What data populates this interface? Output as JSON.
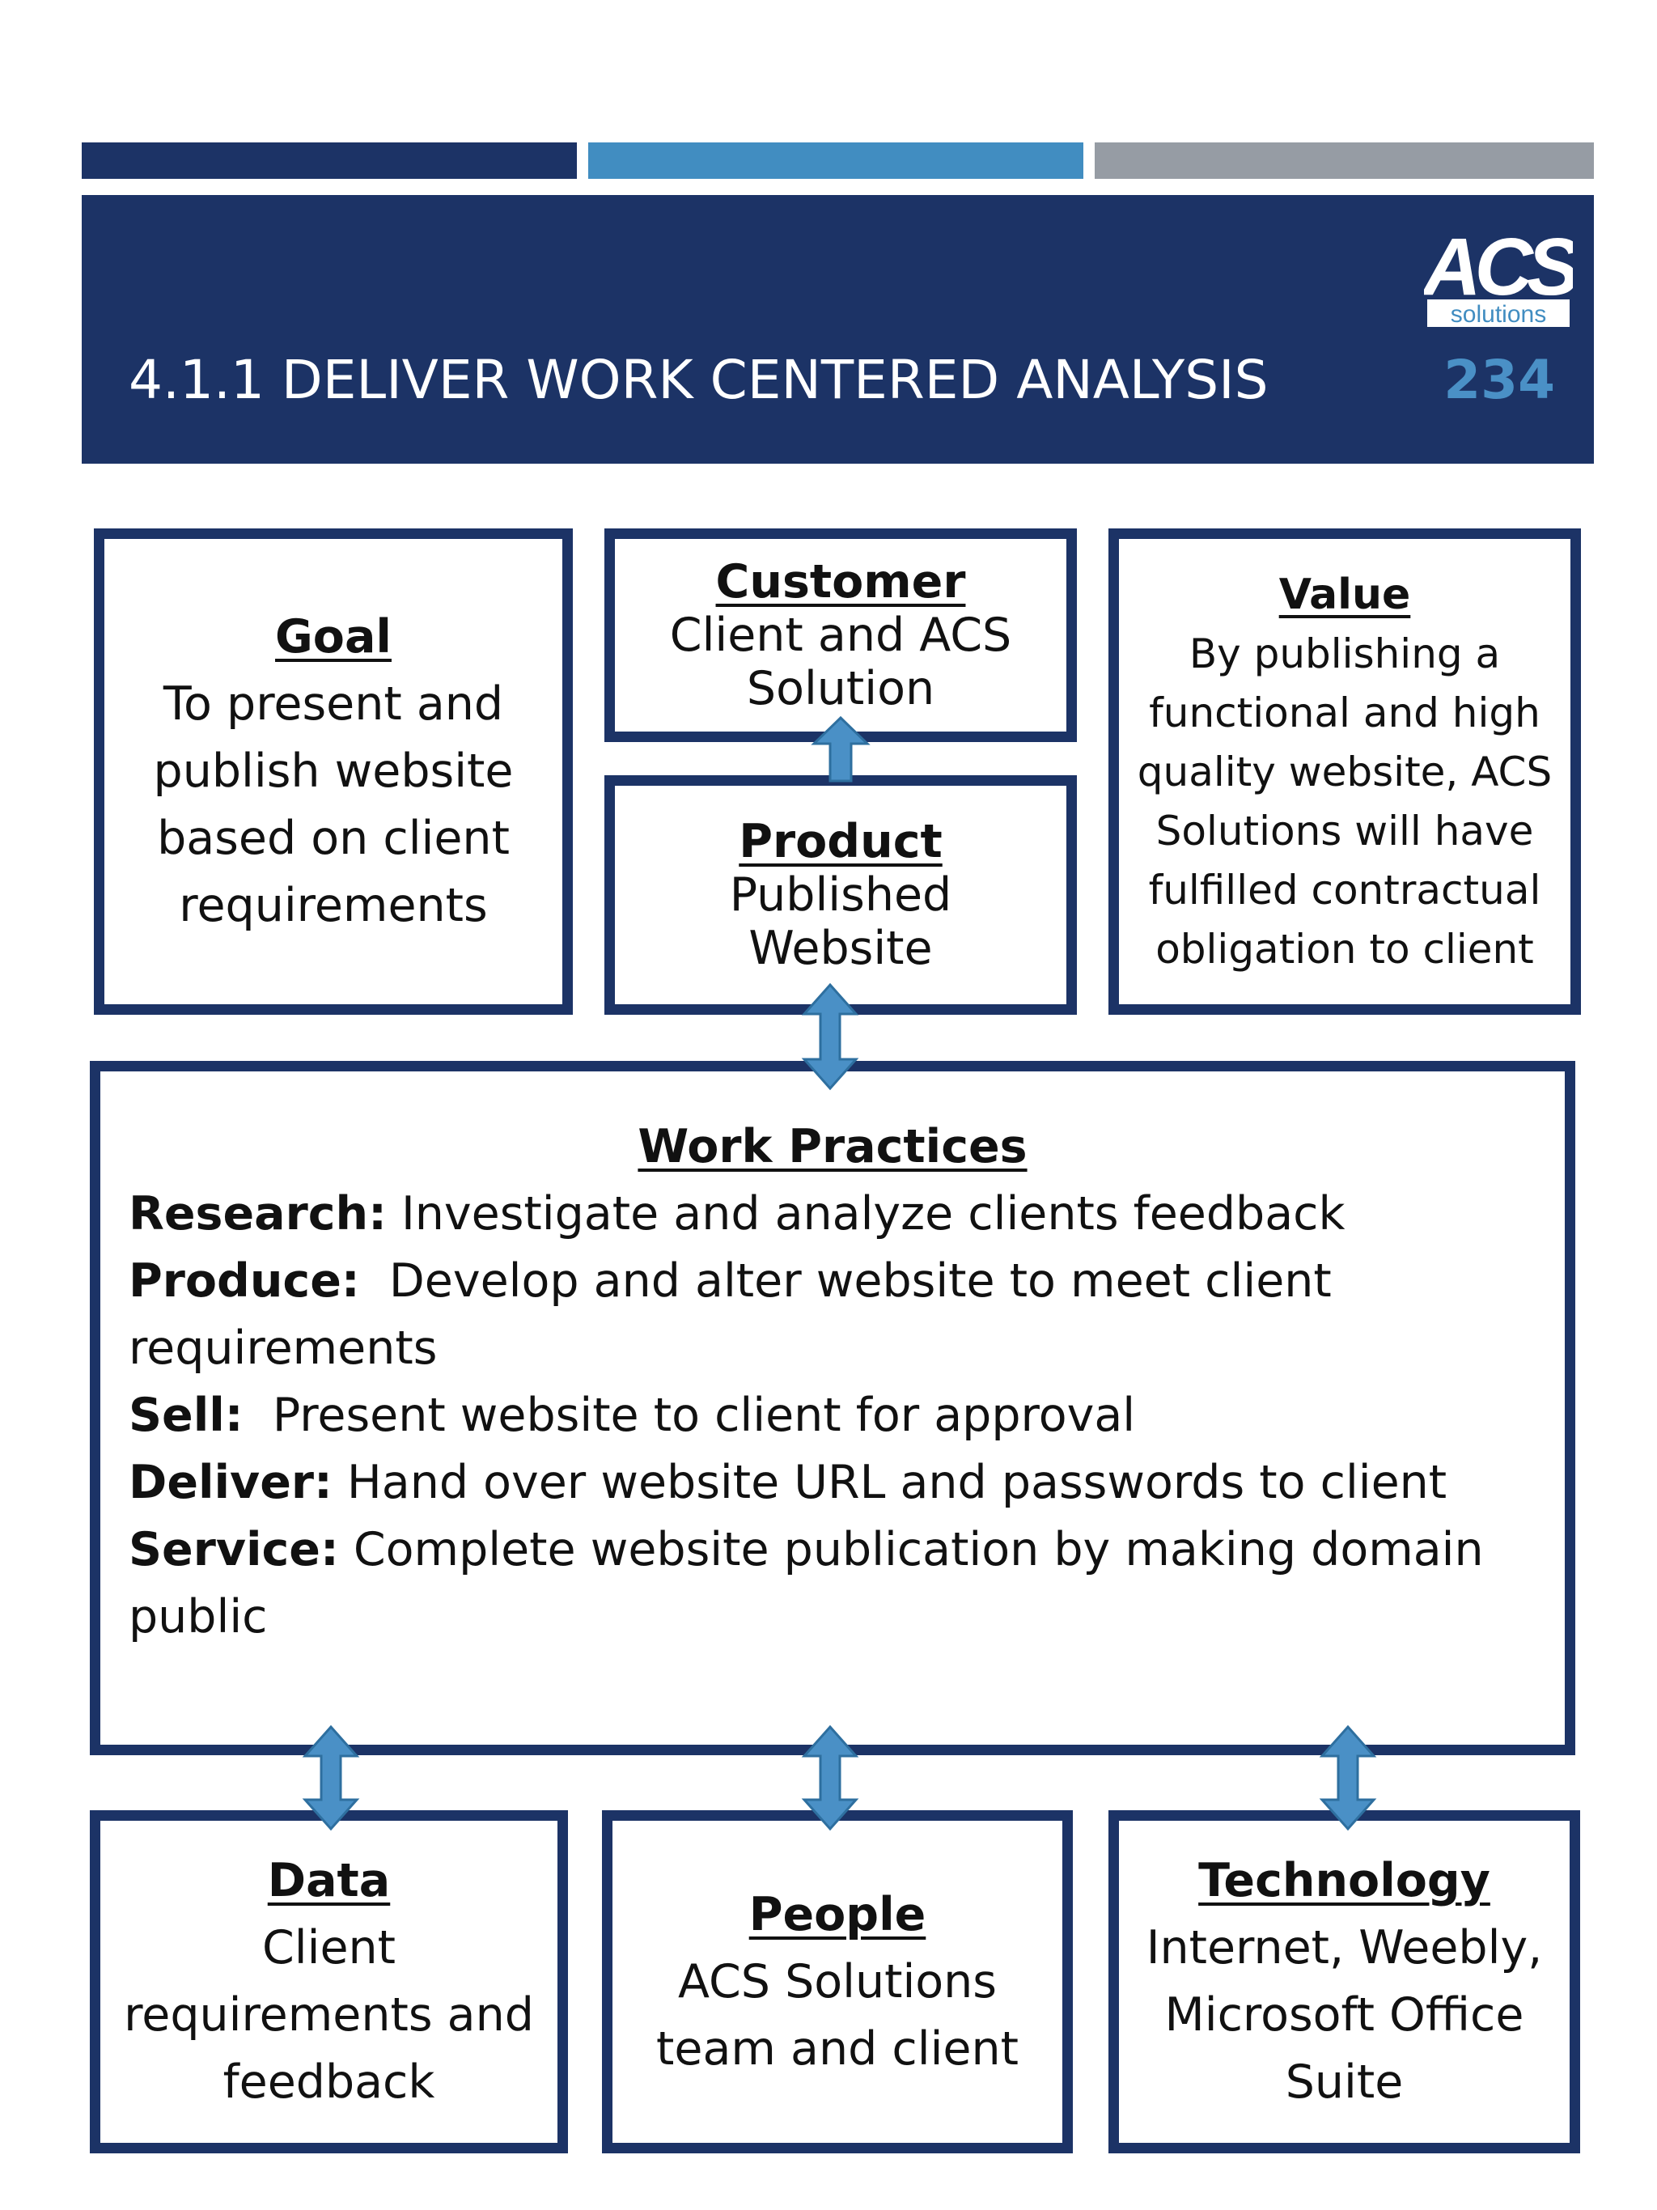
{
  "header": {
    "title": "4.1.1 DELIVER WORK CENTERED ANALYSIS",
    "page_number": "234",
    "logo": {
      "main_text": "ACS",
      "sub_text": "solutions",
      "icon": "acs-solutions-logo"
    }
  },
  "colors": {
    "navy": "#1c3366",
    "accent_blue": "#418dc1",
    "accent_gray": "#969ca4",
    "arrow_blue": "#4a90c6",
    "page_number": "#4a90c6"
  },
  "boxes": {
    "goal": {
      "title": "Goal",
      "lines": [
        "To present and",
        "publish website",
        "based on client",
        "requirements"
      ]
    },
    "customer": {
      "title": "Customer",
      "lines": [
        "Client and ACS",
        "Solution"
      ]
    },
    "product": {
      "title": "Product",
      "lines": [
        "Published",
        "Website"
      ]
    },
    "value": {
      "title": "Value",
      "lines": [
        "By publishing a",
        "functional and high",
        "quality website, ACS",
        "Solutions will have",
        "fulfilled contractual",
        "obligation to client"
      ]
    },
    "work_practices": {
      "title": "Work Practices",
      "items": [
        {
          "label": "Research:",
          "text": " Investigate and analyze clients feedback"
        },
        {
          "label": "Produce:",
          "text": "  Develop and alter website to meet client requirements"
        },
        {
          "label": "Sell:",
          "text": "  Present website to client for approval"
        },
        {
          "label": "Deliver:",
          "text": " Hand over website URL and passwords to client"
        },
        {
          "label": "Service:",
          "text": " Complete website publication by making domain public"
        }
      ]
    },
    "data": {
      "title": "Data",
      "lines": [
        "Client",
        "requirements and",
        "feedback"
      ]
    },
    "people": {
      "title": "People",
      "lines": [
        "ACS Solutions",
        "team and client"
      ]
    },
    "technology": {
      "title": "Technology",
      "lines": [
        "Internet, Weebly,",
        "Microsoft Office",
        "Suite"
      ]
    }
  }
}
